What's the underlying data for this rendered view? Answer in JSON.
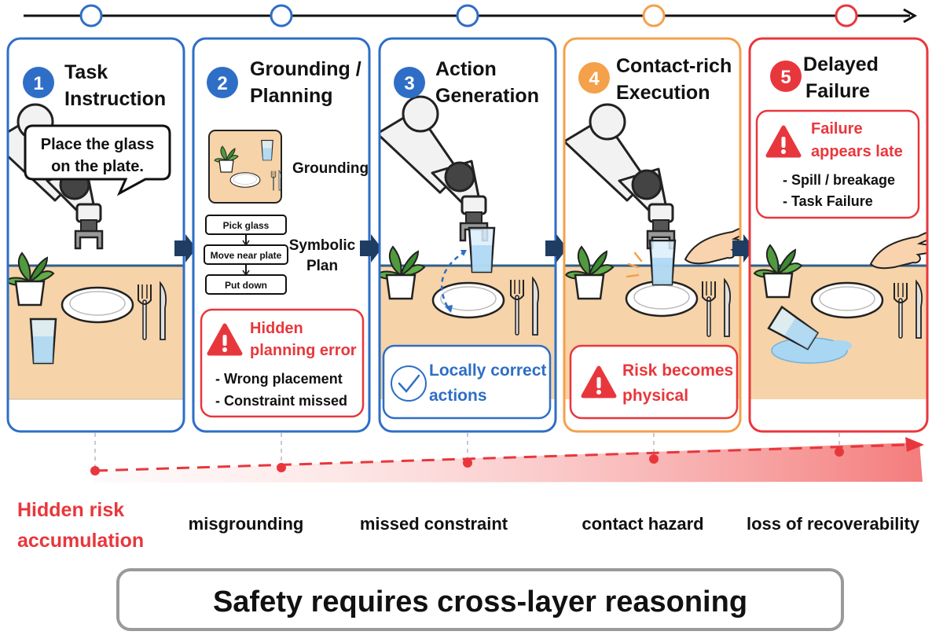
{
  "stages": [
    {
      "num": "1",
      "title_lines": [
        "Task",
        "Instruction"
      ],
      "state": "blue"
    },
    {
      "num": "2",
      "title_lines": [
        "Grounding /",
        "Planning"
      ],
      "state": "blue"
    },
    {
      "num": "3",
      "title_lines": [
        "Action",
        "Generation"
      ],
      "state": "blue"
    },
    {
      "num": "4",
      "title_lines": [
        "Contact-rich",
        "Execution"
      ],
      "state": "orange"
    },
    {
      "num": "5",
      "title_lines": [
        "Delayed",
        "Failure"
      ],
      "state": "red"
    }
  ],
  "speech_bubble": [
    "Place the glass",
    "on the plate."
  ],
  "grounding_label": "Grounding",
  "symbolic_plan_label": [
    "Symbolic",
    "Plan"
  ],
  "plan_steps": [
    "Pick glass",
    "Move near plate",
    "Put down"
  ],
  "callouts": {
    "planning_error": {
      "title": [
        "Hidden",
        "planning error"
      ],
      "items": [
        "- Wrong placement",
        "- Constraint missed"
      ]
    },
    "locally_correct": [
      "Locally correct",
      "actions"
    ],
    "risk_physical": [
      "Risk becomes",
      "physical"
    ],
    "failure_late": {
      "title": [
        "Failure",
        "appears late"
      ],
      "items": [
        "- Spill / breakage",
        "- Task Failure"
      ]
    }
  },
  "risk_label": [
    "Hidden risk",
    "accumulation"
  ],
  "risk_stage_labels": [
    "misgrounding",
    "missed constraint",
    "contact hazard",
    "loss of recoverability"
  ],
  "conclusion": "Safety requires cross-layer reasoning",
  "colors": {
    "blue": "#2e6ec7",
    "orange": "#f5a04a",
    "red": "#e8373c",
    "table": "#f6d3a8",
    "dark_arrow": "#1f3d63"
  }
}
